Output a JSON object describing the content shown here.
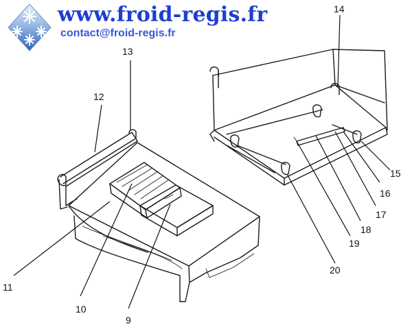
{
  "header": {
    "site": "www.froid-regis.fr",
    "contact": "contact@froid-regis.fr"
  },
  "logo": {
    "icon": "snowflake-logo-icon"
  },
  "colors": {
    "brand_blue": "#1d3fd1",
    "logo_blue": "#2c63b8",
    "ink": "#1a1a1a"
  },
  "callouts": {
    "c9": "9",
    "c10": "10",
    "c11": "11",
    "c12": "12",
    "c13": "13",
    "c14": "14",
    "c15": "15",
    "c16": "16",
    "c17": "17",
    "c18": "18",
    "c19": "19",
    "c20": "20"
  }
}
